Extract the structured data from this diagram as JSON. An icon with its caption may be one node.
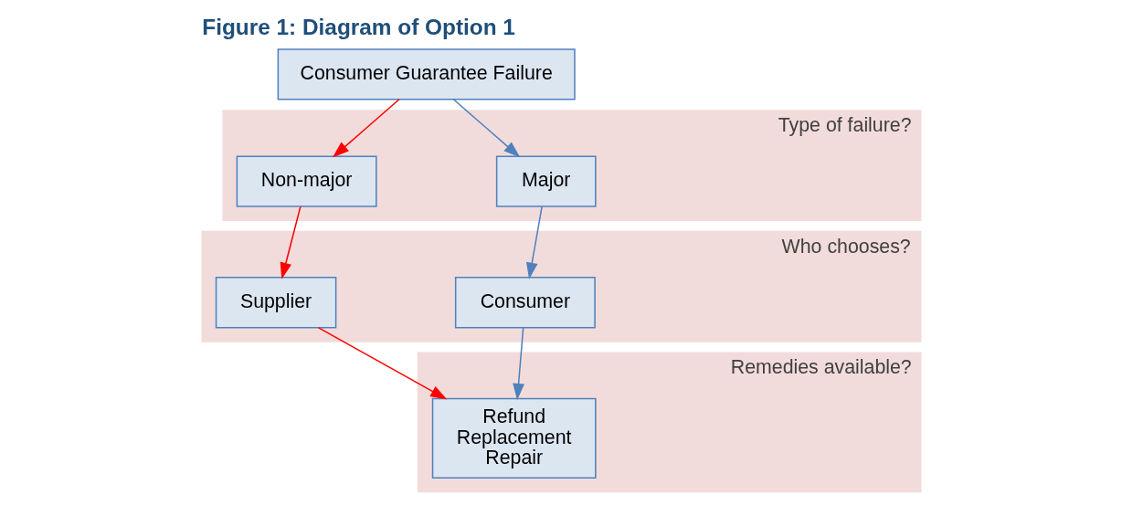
{
  "diagram": {
    "title": "Figure 1: Diagram of Option 1",
    "nodes": [
      {
        "text": [
          "Consumer Guarantee Failure"
        ]
      },
      {
        "text": [
          "Type of failure?"
        ]
      },
      {
        "text": [
          "Major"
        ],
        "in": 1
      },
      {
        "text": [
          "Non-major"
        ],
        "in": 1
      },
      {
        "text": [
          "Who chooses?"
        ]
      },
      {
        "text": [
          "Consumer"
        ],
        "in": 4
      },
      {
        "text": [
          "Supplier"
        ],
        "in": 4
      },
      {
        "text": [
          "Remedies available?"
        ]
      },
      {
        "text": [
          "Refund",
          "Replacement",
          "Repair"
        ],
        "in": 7
      }
    ],
    "edges": [
      {
        "from": 0,
        "to": 2,
        "arrow": "to",
        "color": "#4f81bd"
      },
      {
        "from": 0,
        "to": 3,
        "arrow": "to",
        "color": "#ff0000"
      },
      {
        "from": 2,
        "to": 5,
        "arrow": "to",
        "color": "#4f81bd"
      },
      {
        "from": 3,
        "to": 6,
        "arrow": "to",
        "color": "#ff0000"
      },
      {
        "from": 5,
        "to": 8,
        "arrow": "to",
        "color": "#4f81bd"
      },
      {
        "from": 6,
        "to": 8,
        "arrow": "to",
        "color": "#ff0000"
      }
    ]
  }
}
